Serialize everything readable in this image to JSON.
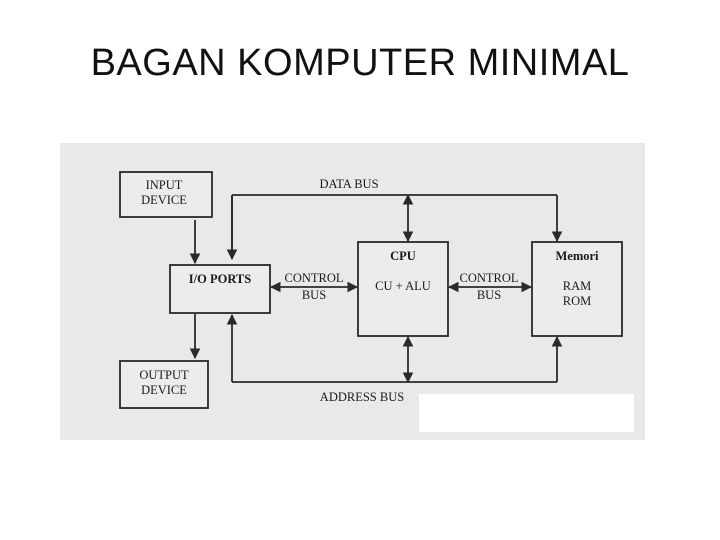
{
  "title": "BAGAN KOMPUTER MINIMAL",
  "diagram": {
    "input_device": [
      "INPUT",
      "DEVICE"
    ],
    "output_device": [
      "OUTPUT",
      "DEVICE"
    ],
    "io_ports": "I/O PORTS",
    "control_bus_left": [
      "CONTROL",
      "BUS"
    ],
    "cpu": {
      "title": "CPU",
      "content": "CU + ALU"
    },
    "control_bus_right": [
      "CONTROL",
      "BUS"
    ],
    "memori": {
      "title": "Memori",
      "lines": [
        "RAM",
        "ROM"
      ]
    },
    "data_bus": "DATA BUS",
    "address_bus": "ADDRESS BUS"
  }
}
